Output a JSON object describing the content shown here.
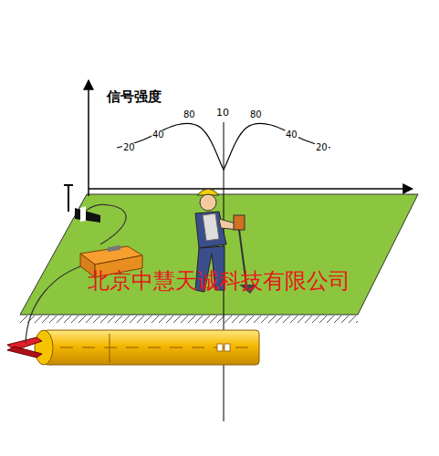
{
  "diagram": {
    "labels": [
      "信号强度",
      "20",
      "40",
      "80",
      "10",
      "80",
      "40",
      "20",
      "北京中慧天诚科技有限公司"
    ]
  }
}
